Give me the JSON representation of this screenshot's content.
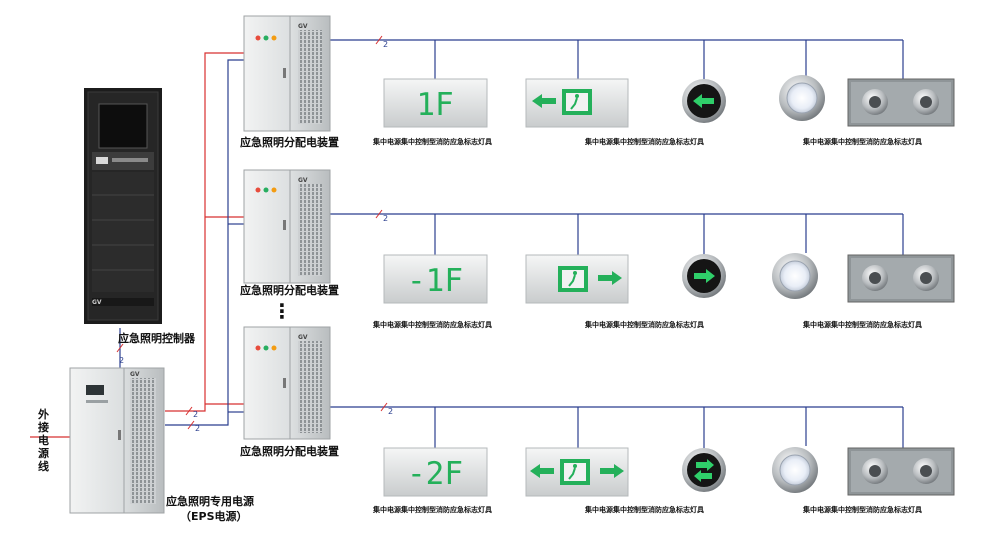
{
  "labels": {
    "controller": "应急照明控制器",
    "panel": "应急照明分配电装置",
    "eps_line1": "应急照明专用电源",
    "eps_line2": "（EPS电源）",
    "external": "外接电源线",
    "lamp": "集中电源集中控制型消防应急标志灯具",
    "ellipsis": "⋮",
    "wire_count": "2"
  },
  "signs": {
    "row1": "1F",
    "row2": "-1F",
    "row3": "-2F"
  },
  "brand": "GV",
  "colors": {
    "bus_line": "#2b3f8f",
    "power_line": "#d83030",
    "sign_text": "#24b05a",
    "cabinet": "#d9dcdd",
    "rack": "#1c1c1c"
  },
  "icons": [
    "exit-running-man-icon",
    "arrow-left-icon",
    "arrow-right-icon",
    "double-arrow-icon",
    "spotlight-lamp-icon",
    "twin-lamp-icon"
  ]
}
